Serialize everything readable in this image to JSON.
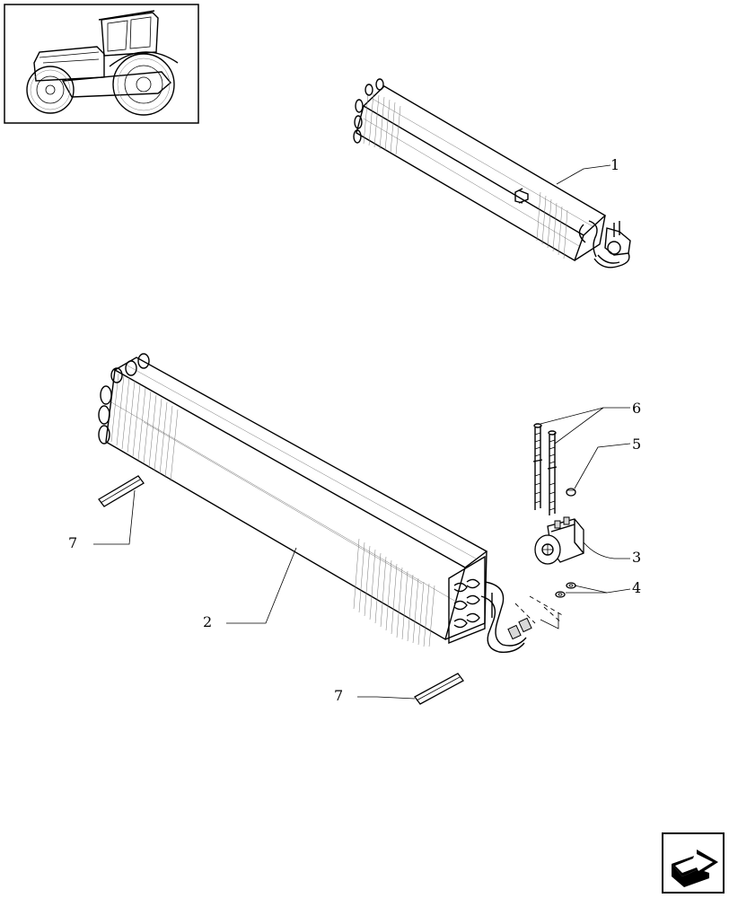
{
  "callouts": [
    {
      "id": "1",
      "text": "1"
    },
    {
      "id": "2",
      "text": "2"
    },
    {
      "id": "3",
      "text": "3"
    },
    {
      "id": "4",
      "text": "4"
    },
    {
      "id": "5",
      "text": "5"
    },
    {
      "id": "6",
      "text": "6"
    },
    {
      "id": "7a",
      "text": "7"
    },
    {
      "id": "7b",
      "text": "7"
    }
  ],
  "icons": {
    "thumbnail": "tractor-icon",
    "navigation": "next-page-arrow-icon"
  },
  "colors": {
    "line": "#000000",
    "background": "#ffffff"
  }
}
